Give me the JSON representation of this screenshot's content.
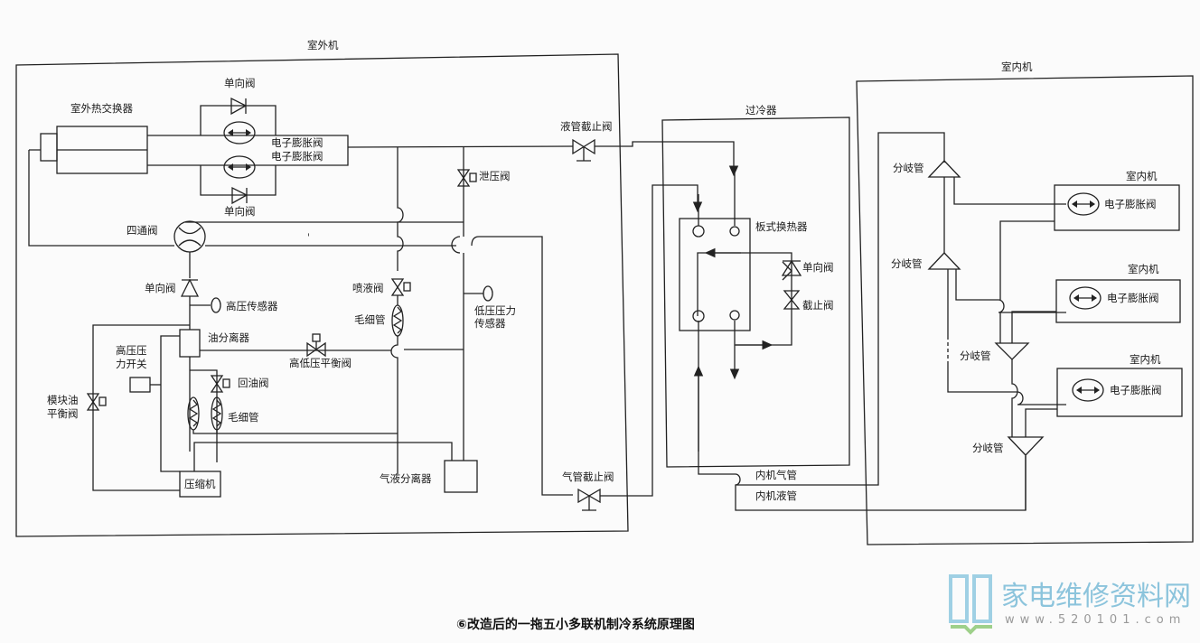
{
  "outdoor": {
    "title": "室外机",
    "hx": "室外热交换器",
    "check_top": "单向阀",
    "eev1": "电子膨胀阀",
    "eev2": "电子膨胀阀",
    "check_bottom": "单向阀",
    "liquid_stop": "液管截止阀",
    "relief": "泄压阀",
    "four_way": "四通阀",
    "check_comp": "单向阀",
    "hp_sensor": "高压传感器",
    "injection": "喷液阀",
    "capillary1": "毛细管",
    "lp_sensor_1": "低压压力",
    "lp_sensor_2": "传感器",
    "oil_sep": "油分离器",
    "hp_switch_1": "高压压",
    "hp_switch_2": "力开关",
    "balance": "高低压平衡阀",
    "oil_return": "回油阀",
    "capillary2": "毛细管",
    "module_1": "模块油",
    "module_2": "平衡阀",
    "compressor": "压缩机",
    "accumulator": "气液分离器",
    "gas_stop": "气管截止阀"
  },
  "subcooler": {
    "title": "过冷器",
    "plate": "板式换热器",
    "check": "单向阀",
    "stop": "截止阀",
    "gas_pipe": "内机气管",
    "liquid_pipe": "内机液管"
  },
  "indoor": {
    "title": "室内机",
    "branches": [
      "分岐管",
      "分岐管",
      "分岐管",
      "分岐管"
    ],
    "units": [
      {
        "title": "室内机",
        "eev": "电子膨胀阀"
      },
      {
        "title": "室内机",
        "eev": "电子膨胀阀"
      },
      {
        "title": "室内机",
        "eev": "电子膨胀阀"
      }
    ]
  },
  "caption": "⑥改造后的一拖五小多联机制冷系统原理图",
  "watermark": {
    "cn": "家电维修资料网",
    "url": "www.520101.com"
  }
}
